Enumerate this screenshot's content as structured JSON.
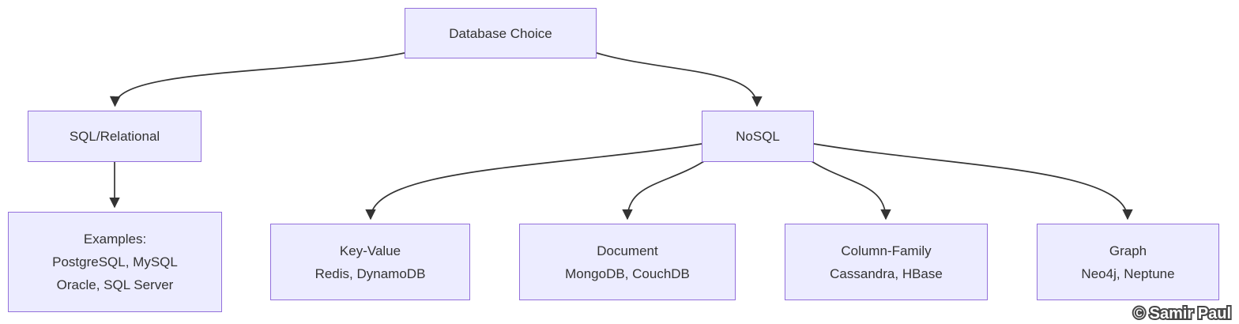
{
  "diagram": {
    "type": "flowchart",
    "nodes": {
      "database_choice": {
        "label": "Database Choice"
      },
      "sql": {
        "label": "SQL/Relational"
      },
      "nosql": {
        "label": "NoSQL"
      },
      "examples": {
        "line1": "Examples:",
        "line2": "PostgreSQL, MySQL",
        "line3": "Oracle, SQL Server"
      },
      "key_value": {
        "line1": "Key-Value",
        "line2": "Redis, DynamoDB"
      },
      "document": {
        "line1": "Document",
        "line2": "MongoDB, CouchDB"
      },
      "column_family": {
        "line1": "Column-Family",
        "line2": "Cassandra, HBase"
      },
      "graph": {
        "line1": "Graph",
        "line2": "Neo4j, Neptune"
      }
    },
    "edges": [
      {
        "from": "Database Choice",
        "to": "SQL/Relational"
      },
      {
        "from": "Database Choice",
        "to": "NoSQL"
      },
      {
        "from": "SQL/Relational",
        "to": "Examples: PostgreSQL, MySQL Oracle, SQL Server"
      },
      {
        "from": "NoSQL",
        "to": "Key-Value Redis, DynamoDB"
      },
      {
        "from": "NoSQL",
        "to": "Document MongoDB, CouchDB"
      },
      {
        "from": "NoSQL",
        "to": "Column-Family Cassandra, HBase"
      },
      {
        "from": "NoSQL",
        "to": "Graph Neo4j, Neptune"
      }
    ],
    "colors": {
      "node_fill": "#ECECFF",
      "node_border": "#9370DB",
      "edge_stroke": "#333333",
      "text": "#333333",
      "background": "#FFFFFF"
    }
  },
  "watermark": {
    "text": "© Samir Paul"
  }
}
